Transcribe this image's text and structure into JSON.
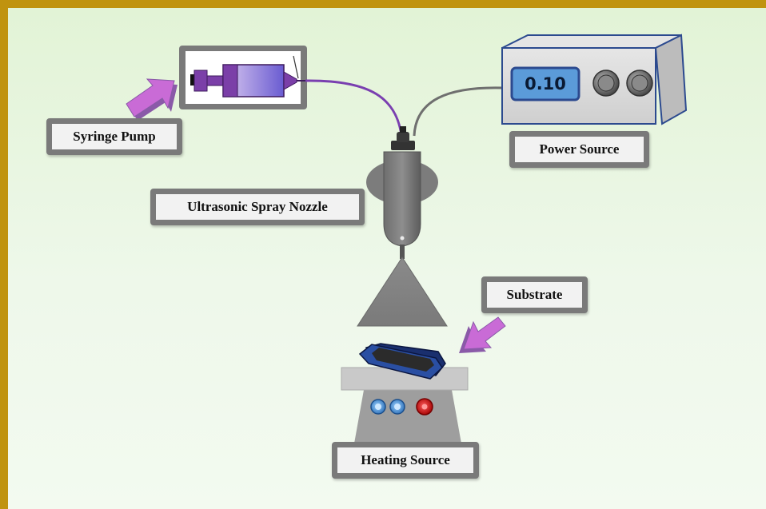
{
  "labels": {
    "syringe_pump": "Syringe Pump",
    "power_source": "Power Source",
    "spray_nozzle": "Ultrasonic Spray Nozzle",
    "substrate": "Substrate",
    "heating_source": "Heating Source"
  },
  "power_source_display": "0.10",
  "colors": {
    "frame_border": "#c0930f",
    "arrow": "#c96bd6",
    "syringe": "#7b3fa8",
    "feed_line": "#7a3fb0",
    "power_cable": "#6f6f6f",
    "display_screen": "#5b9bd9",
    "heater_knob_red": "#d61c1c",
    "heater_knob_blue": "#4a90d9"
  }
}
